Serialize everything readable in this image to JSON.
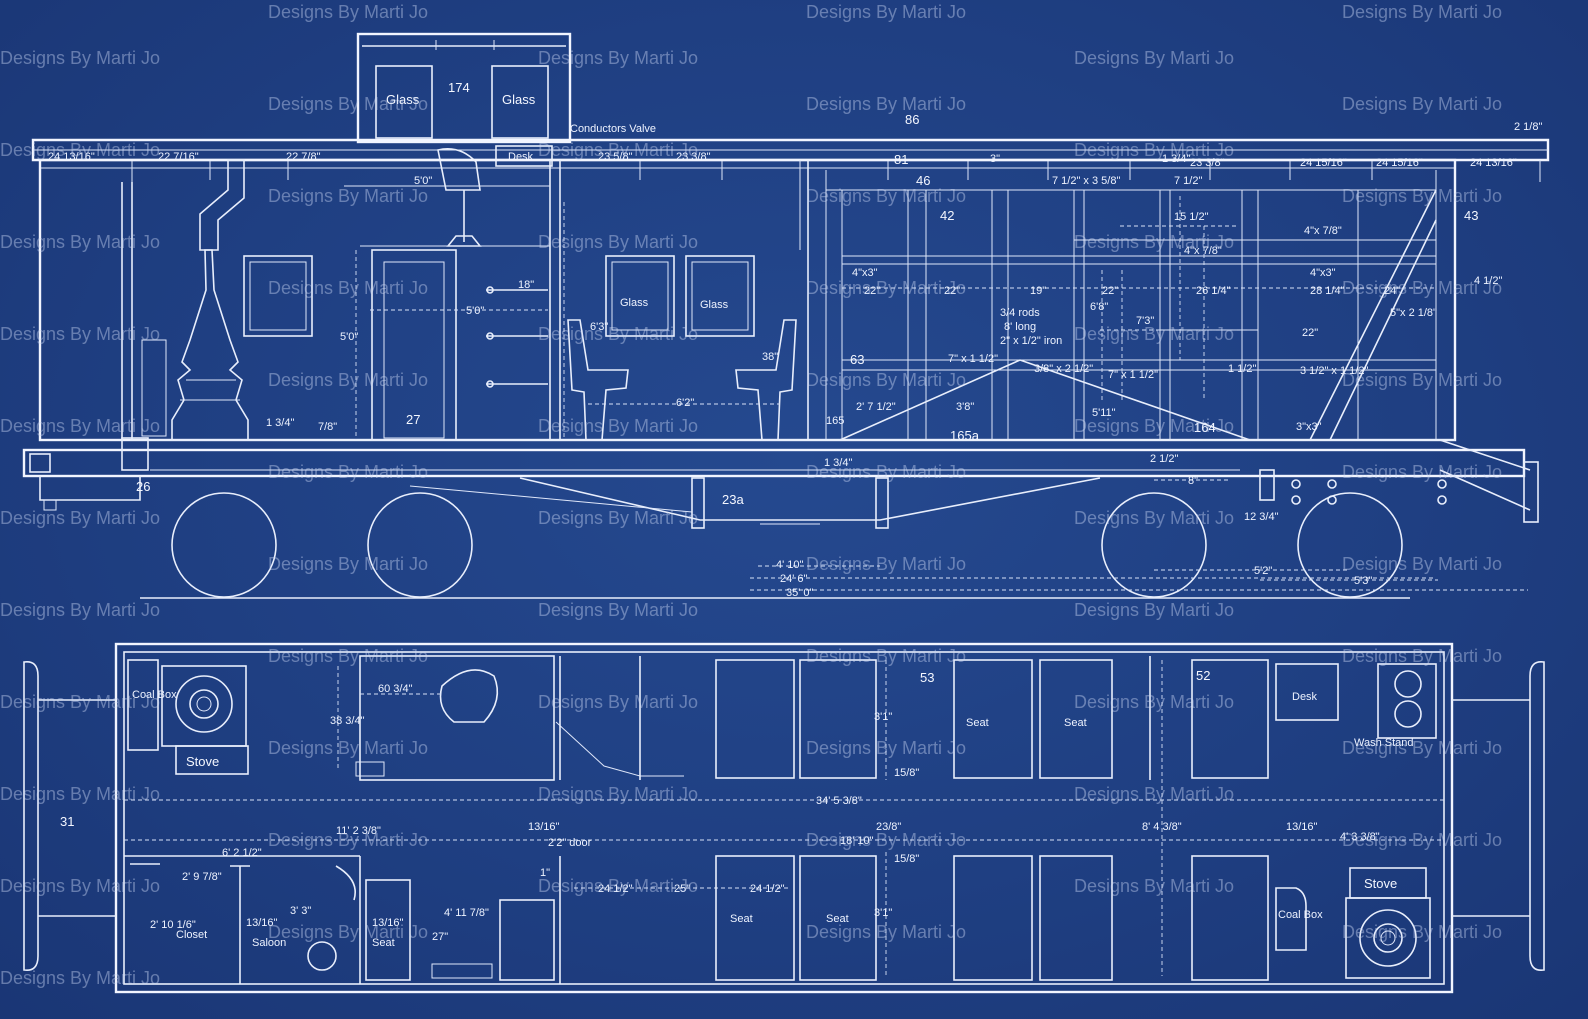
{
  "watermark": "Designs By Marti Jo",
  "colors": {
    "background": "#1f3f82",
    "line": "#e8eefc"
  },
  "elevation": {
    "cupola": {
      "left_window": "Glass",
      "number": "174",
      "right_window": "Glass"
    },
    "conductors_valve": "Conductors Valve",
    "desk": "Desk",
    "part_numbers": {
      "roof": "86",
      "roof_81": "81",
      "rafter_46": "46",
      "post_42": "42",
      "post_43": "43",
      "n63": "63",
      "n165a": "165a",
      "n164": "164",
      "n165": "165",
      "n27": "27",
      "n26": "26",
      "n23a": "23a"
    },
    "windows": {
      "left": "Glass",
      "right": "Glass"
    },
    "rafter_dims": [
      "24 13/16\"",
      "22 7/16\"",
      "22 7/8\"",
      "23 5/8\"",
      "23 3/8\"",
      "23 3/8\"",
      "24 15/16\"",
      "24 15/16\"",
      "24 13/16\""
    ],
    "dims": {
      "d5_0_top": "5'0\"",
      "d5_0_mid": "5'0\"",
      "d5_0_v": "5'0\"",
      "d6_3": "6'3\"",
      "d18": "18\"",
      "d6_2": "6'2\"",
      "d38": "38\"",
      "d1_3_4": "1 3/4\"",
      "d7_8": "7/8\"",
      "d3": "3\"",
      "d1_3_4b": "1 3/4\"",
      "d2_1_8": "2 1/8\"",
      "d7x3": "7 1/2\" x 3 5/8\"",
      "d4x3a": "4\"x3\"",
      "d22a": "22\"",
      "d22b": "22\"",
      "d19": "19\"",
      "d22c": "22\"",
      "d26": "26 1/4\"",
      "d28": "28 1/4\"",
      "d24": "24\"",
      "d4x3b": "4\"x3\"",
      "d5x2": "5\"x 2 1/8\"",
      "d4x7": "4\"x 7/8\"",
      "d22d": "22\"",
      "d3x1": "3 1/2\" x 1 1/2\"",
      "d1_2": "1 1/2\"",
      "d7x1a": "7\" x 1 1/2\"",
      "d7x1b": "7\" x 1 1/2\"",
      "rods": "3/4 rods",
      "rods2": "8' long",
      "iron": "2\" x 1/2\" iron",
      "iron2": "3/8\" x 2 1/2\"",
      "d6_8": "6'8\"",
      "d7_3": "7'3\"",
      "d5_11": "5'11\"",
      "d2_7": "2' 7 1/2\"",
      "d3_8": "3'8\"",
      "d4_10": "4' 10\"",
      "d24_6": "24' 6\"",
      "d35_0": "35' 0\"",
      "d5_2": "5'2\"",
      "d5_3": "5'3\"",
      "d8": "8\"",
      "d12": "12 3/4\"",
      "d3x3": "3\"x3\"",
      "d4_7": "4 1/2\"",
      "d1_34": "1 3/4\"",
      "d2_9": "2 1/2\"",
      "d7_5": "7 1/2\"",
      "d15_2": "15 1/2\"",
      "d4x7_8": "4\"x 7/8\""
    }
  },
  "plan": {
    "labels": {
      "coal_box_top": "Coal Box",
      "stove_top": "Stove",
      "desk": "Desk",
      "wash_stand": "Wash Stand",
      "seat1": "Seat",
      "seat2": "Seat",
      "seat3": "Seat",
      "seat4": "Seat",
      "seat5": "Seat",
      "closet": "Closet",
      "saloon": "Saloon",
      "coal_box_bottom": "Coal Box",
      "stove_bottom": "Stove"
    },
    "part_numbers": {
      "n53": "53",
      "n52": "52",
      "n31": "31"
    },
    "dims": {
      "d60": "60 3/4\"",
      "d38": "38 3/4\"",
      "d31a": "3'1\"",
      "d31b": "3'1\"",
      "d15a": "15/8\"",
      "d15b": "15/8\"",
      "d34_5": "34' 5 3/8\"",
      "d11_2": "11' 2 3/8\"",
      "d6_2": "6' 2 1/2\"",
      "d18_10": "18' 10\"",
      "d23_8": "23/8\"",
      "d8_4": "8' 4 3/8\"",
      "d4_3": "4' 3 3/8\"",
      "d13a": "13/16\"",
      "d13b": "13/16\"",
      "d2door": "2'2\" door",
      "d2_9": "2' 9 7/8\"",
      "d3_3": "3' 3\"",
      "d13c": "13/16\"",
      "d13d": "13/16\"",
      "d2_10": "2' 10 1/6\"",
      "d4_11": "4' 11 7/8\"",
      "d27": "27\"",
      "d24_a": "24 1/2\"",
      "d25": "25\"",
      "d24_b": "24 1/2\"",
      "d1": "1\""
    }
  }
}
